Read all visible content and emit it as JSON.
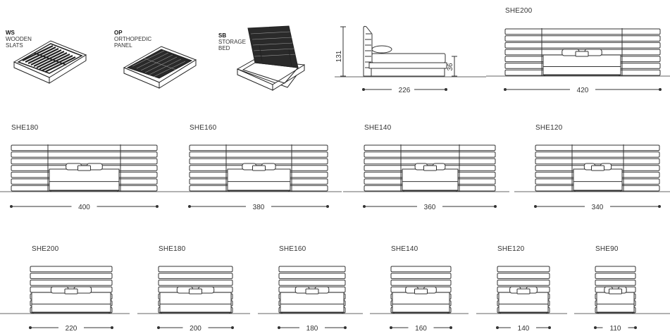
{
  "options": [
    {
      "code": "WS",
      "text": "WOODEN\nSLATS"
    },
    {
      "code": "OP",
      "text": "ORTHOPEDIC\nPANEL"
    },
    {
      "code": "SB",
      "text": "STORAGE\nBED"
    }
  ],
  "side_view": {
    "height": "131",
    "bed_height": "36",
    "length": "226"
  },
  "top_wide": {
    "model": "SHE200",
    "width": "420"
  },
  "row_wide": [
    {
      "model": "SHE180",
      "width": "400"
    },
    {
      "model": "SHE160",
      "width": "380"
    },
    {
      "model": "SHE140",
      "width": "360"
    },
    {
      "model": "SHE120",
      "width": "340"
    }
  ],
  "row_narrow": [
    {
      "model": "SHE200",
      "width": "220"
    },
    {
      "model": "SHE180",
      "width": "200"
    },
    {
      "model": "SHE160",
      "width": "180"
    },
    {
      "model": "SHE140",
      "width": "160"
    },
    {
      "model": "SHE120",
      "width": "140"
    },
    {
      "model": "SHE90",
      "width": "110"
    }
  ]
}
